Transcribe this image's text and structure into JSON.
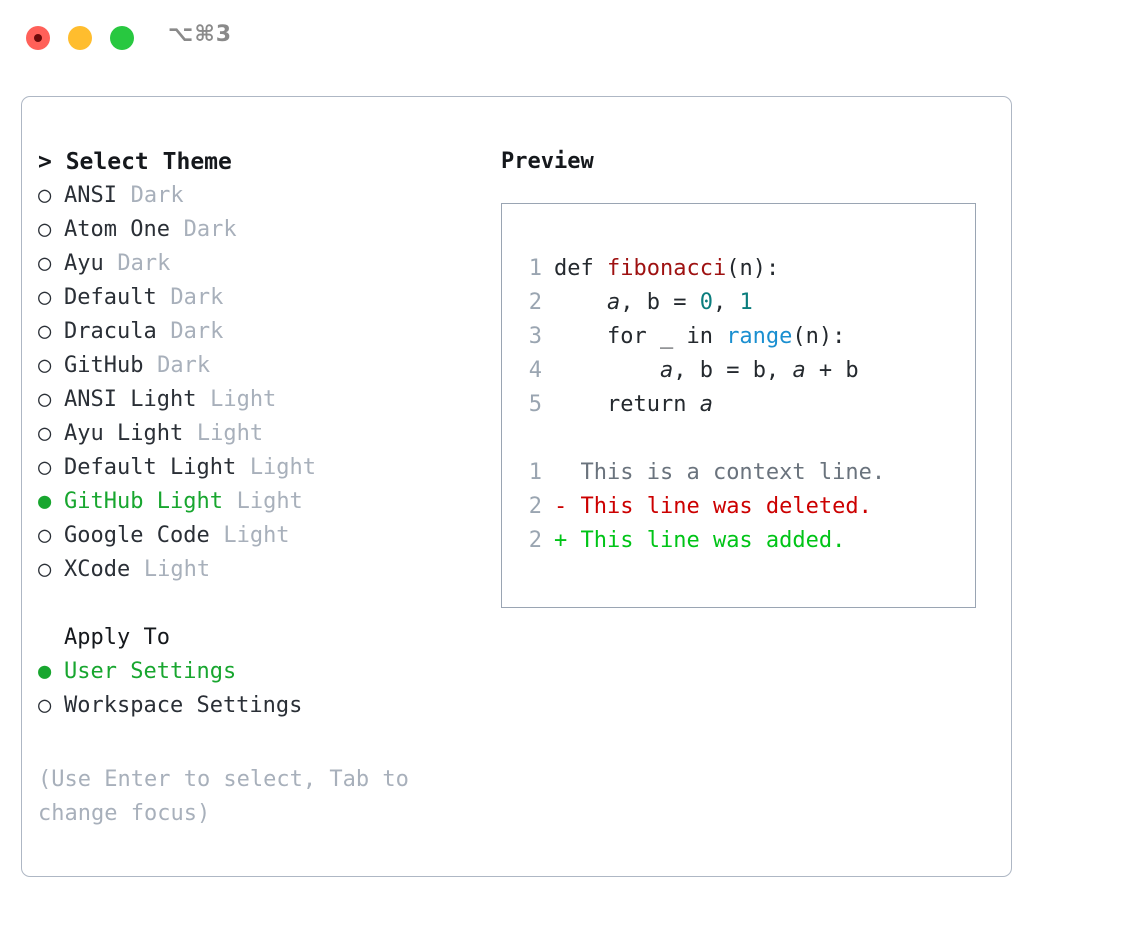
{
  "titlebar": {
    "shortcut": "⌥⌘3",
    "lights": [
      {
        "name": "close",
        "color": "#ff6059"
      },
      {
        "name": "minimize",
        "color": "#ffbd2e"
      },
      {
        "name": "maximize",
        "color": "#28c840"
      }
    ]
  },
  "theme_picker": {
    "heading": "> Select Theme",
    "bullet_unselected": "○",
    "bullet_selected": "●",
    "items": [
      {
        "name": "ANSI",
        "variant": "Dark",
        "selected": false
      },
      {
        "name": "Atom One",
        "variant": "Dark",
        "selected": false
      },
      {
        "name": "Ayu",
        "variant": "Dark",
        "selected": false
      },
      {
        "name": "Default",
        "variant": "Dark",
        "selected": false
      },
      {
        "name": "Dracula",
        "variant": "Dark",
        "selected": false
      },
      {
        "name": "GitHub",
        "variant": "Dark",
        "selected": false
      },
      {
        "name": "ANSI Light",
        "variant": "Light",
        "selected": false
      },
      {
        "name": "Ayu Light",
        "variant": "Light",
        "selected": false
      },
      {
        "name": "Default Light",
        "variant": "Light",
        "selected": false
      },
      {
        "name": "GitHub Light",
        "variant": "Light",
        "selected": true
      },
      {
        "name": "Google Code",
        "variant": "Light",
        "selected": false
      },
      {
        "name": "XCode",
        "variant": "Light",
        "selected": false
      }
    ]
  },
  "apply_to": {
    "heading": "Apply To",
    "options": [
      {
        "label": "User Settings",
        "selected": true
      },
      {
        "label": "Workspace Settings",
        "selected": false
      }
    ]
  },
  "hint": "(Use Enter to select, Tab to change focus)",
  "preview": {
    "title": "Preview",
    "code_lines": [
      {
        "num": "1",
        "tokens": [
          {
            "t": "def ",
            "k": "plain"
          },
          {
            "t": "fibonacci",
            "k": "func"
          },
          {
            "t": "(n):",
            "k": "plain"
          }
        ]
      },
      {
        "num": "2",
        "tokens": [
          {
            "t": "    ",
            "k": "plain"
          },
          {
            "t": "a",
            "k": "ident"
          },
          {
            "t": ", b = ",
            "k": "plain"
          },
          {
            "t": "0",
            "k": "num"
          },
          {
            "t": ", ",
            "k": "plain"
          },
          {
            "t": "1",
            "k": "num"
          }
        ]
      },
      {
        "num": "3",
        "tokens": [
          {
            "t": "    for _ in ",
            "k": "plain"
          },
          {
            "t": "range",
            "k": "builtin"
          },
          {
            "t": "(n):",
            "k": "plain"
          }
        ]
      },
      {
        "num": "4",
        "tokens": [
          {
            "t": "        ",
            "k": "plain"
          },
          {
            "t": "a",
            "k": "ident"
          },
          {
            "t": ", b = b, ",
            "k": "plain"
          },
          {
            "t": "a",
            "k": "ident"
          },
          {
            "t": " + b",
            "k": "plain"
          }
        ]
      },
      {
        "num": "5",
        "tokens": [
          {
            "t": "    return ",
            "k": "plain"
          },
          {
            "t": "a",
            "k": "ident"
          }
        ]
      }
    ],
    "diff_lines": [
      {
        "num": "1",
        "marker": " ",
        "text": " This is a context line.",
        "kind": "ctx"
      },
      {
        "num": "2",
        "marker": "-",
        "text": " This line was deleted.",
        "kind": "del"
      },
      {
        "num": "2",
        "marker": "+",
        "text": " This line was added.",
        "kind": "add"
      }
    ]
  },
  "colors": {
    "selected_green": "#18a62f",
    "muted_gray": "#a8b0bb",
    "diff_delete": "#cc0000",
    "diff_add": "#00c417",
    "syntax_function": "#9e1111",
    "syntax_number": "#0a7d7d",
    "syntax_builtin": "#1a8fd0",
    "border": "#aeb7c4"
  }
}
